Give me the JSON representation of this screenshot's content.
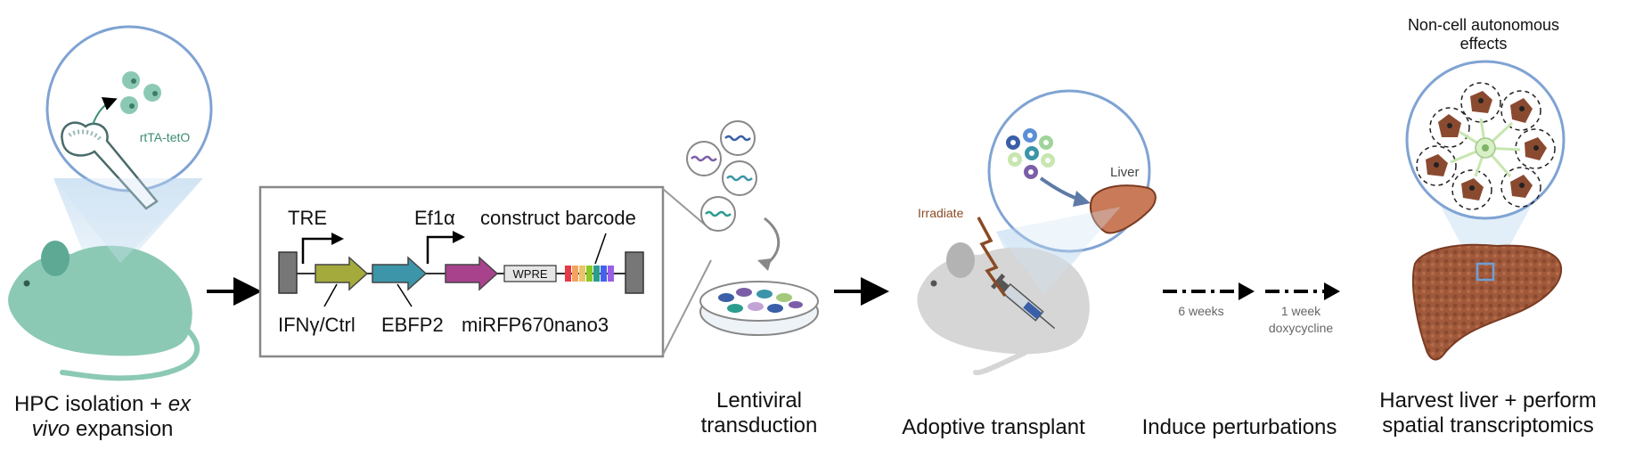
{
  "stage1": {
    "label_inset": "rtTA-tetO",
    "caption_a": "HPC isolation + ",
    "caption_em1": "ex",
    "caption_em2": "vivo",
    "caption_b": " expansion"
  },
  "construct": {
    "promoter1": "TRE",
    "promoter2": "Ef1α",
    "barcode_label": "construct barcode",
    "gene1": "IFNγ/Ctrl",
    "gene2": "EBFP2",
    "gene3": "miRFP670nano3",
    "element": "WPRE"
  },
  "stage2": {
    "caption_line1": "Lentiviral",
    "caption_line2": "transduction"
  },
  "stage3": {
    "irradiate": "Irradiate",
    "organ": "Liver",
    "caption": "Adoptive transplant"
  },
  "stage4": {
    "time1": "6 weeks",
    "time2_line1": "1 week",
    "time2_line2": "doxycycline",
    "caption": "Induce perturbations"
  },
  "stage5": {
    "title_line1": "Non-cell autonomous",
    "title_line2": "effects",
    "caption_line1": "Harvest liver + perform",
    "caption_line2": "spatial transcriptomics"
  },
  "colors": {
    "mouse_teal": "#8cc9b5",
    "mouse_gray": "#d6d6d6",
    "inset_stroke": "#7fa3d3",
    "liver_brown": "#a0593b",
    "ifng_gene": "#a4aa3c",
    "ebfp2_gene": "#3c95a8",
    "mirfp_gene": "#a8428c",
    "irradiate": "#8a4a25"
  }
}
